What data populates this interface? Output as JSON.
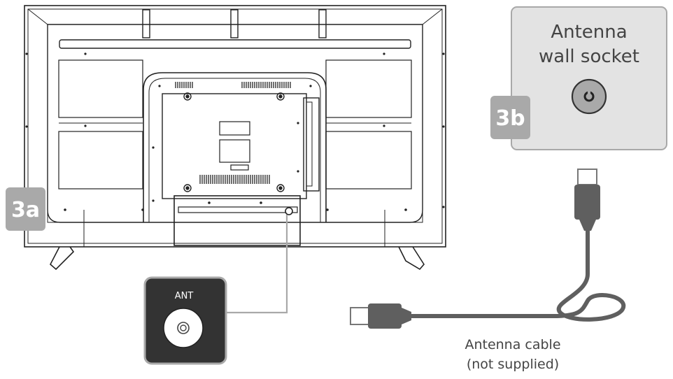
{
  "step_badges": {
    "tv": "3a",
    "wall": "3b"
  },
  "wall_socket": {
    "label_line1": "Antenna",
    "label_line2": "wall socket"
  },
  "port_callout": {
    "label": "ANT"
  },
  "cable": {
    "label_line1": "Antenna cable",
    "label_line2": "(not supplied)"
  },
  "colors": {
    "outline": "#222222",
    "badge_bg": "#a9a9a9",
    "badge_text": "#ffffff",
    "wall_panel_bg": "#e3e3e3",
    "wall_panel_border": "#a8a8a8",
    "cable": "#5f5f5f",
    "callout_bg": "#333333",
    "label_text": "#444444"
  }
}
